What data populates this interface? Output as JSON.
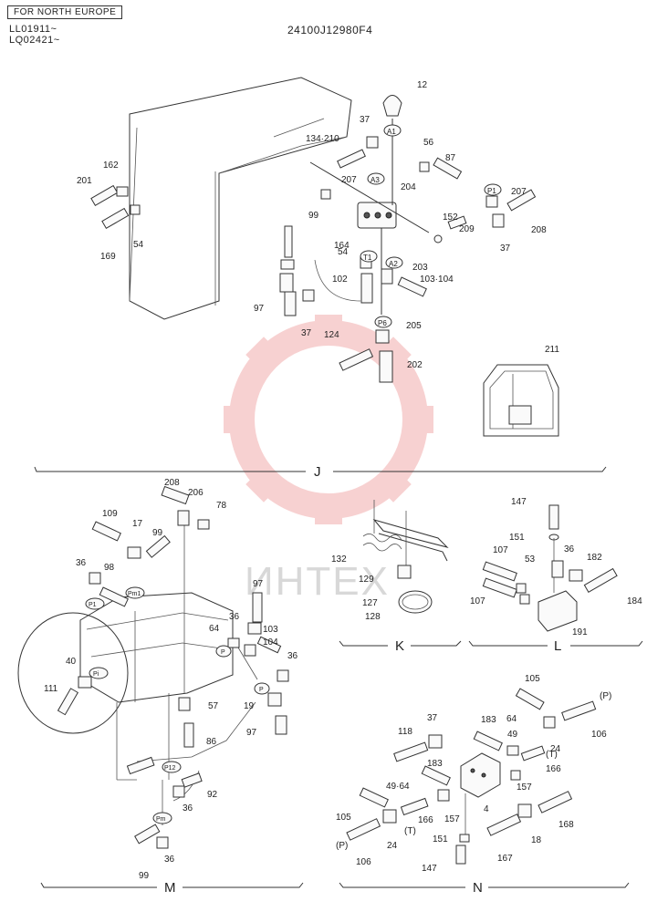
{
  "header": {
    "region_label": "FOR NORTH EUROPE",
    "serial_1": "LL01911~",
    "serial_2": "LQ02421~",
    "doc_code": "24100J12980F4"
  },
  "sections": {
    "j": "J",
    "k": "K",
    "l": "L",
    "m": "M",
    "n": "N"
  },
  "watermark": "ИНТЕХ",
  "ports": {
    "a1": "A1",
    "a2": "A2",
    "a3": "A3",
    "p1": "P1",
    "t1": "T1",
    "p6": "P6",
    "m_pm1": "Pm1",
    "m_p1": "P1",
    "m_pi": "Pi",
    "m_p2": "P",
    "m_p3": "P",
    "m_p12": "P12",
    "m_pm": "Pm",
    "n_p_top": "(P)",
    "n_t_top": "(T)",
    "n_t_bot": "(T)",
    "n_p_bot": "(P)"
  },
  "parts_j": [
    "12",
    "37",
    "134·210",
    "56",
    "87",
    "201",
    "162",
    "207",
    "204",
    "207",
    "169",
    "54",
    "99",
    "152",
    "209",
    "208",
    "164",
    "54",
    "37",
    "203",
    "102",
    "103·104",
    "97",
    "37",
    "205",
    "124",
    "202",
    "211"
  ],
  "parts_m": [
    "208",
    "206",
    "78",
    "109",
    "17",
    "99",
    "36",
    "98",
    "97",
    "36",
    "64",
    "103",
    "104",
    "36",
    "40",
    "111",
    "57",
    "19",
    "97",
    "86",
    "92",
    "36",
    "36",
    "99"
  ],
  "parts_k": [
    "132",
    "129",
    "127",
    "128"
  ],
  "parts_l": [
    "147",
    "151",
    "107",
    "53",
    "36",
    "182",
    "107",
    "184",
    "191"
  ],
  "parts_n": [
    "105",
    "37",
    "64",
    "49",
    "118",
    "183",
    "24",
    "106",
    "183",
    "166",
    "157",
    "49·64",
    "4",
    "157",
    "105",
    "166",
    "168",
    "24",
    "151",
    "18",
    "106",
    "167",
    "147"
  ]
}
